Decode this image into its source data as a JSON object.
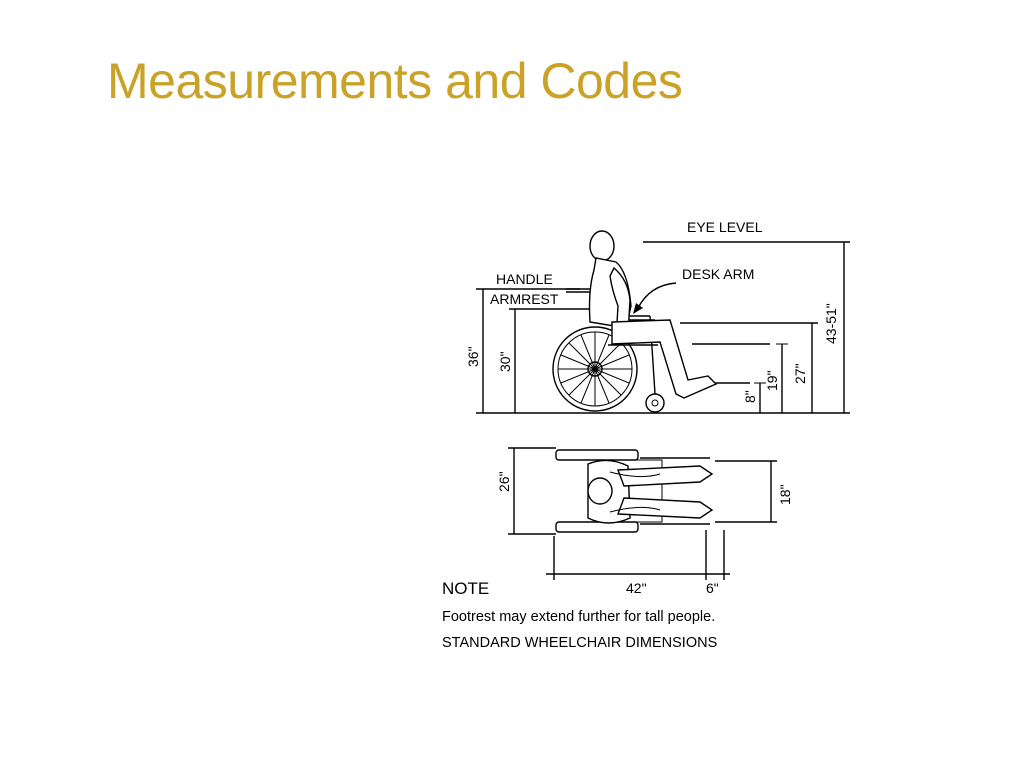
{
  "slide": {
    "title": "Measurements and Codes",
    "title_color": "#C9A227"
  },
  "diagram": {
    "labels": {
      "eye_level": "EYE LEVEL",
      "desk_arm": "DESK ARM",
      "handle": "HANDLE",
      "armrest": "ARMREST"
    },
    "side_view_dims": {
      "handle_height": "36\"",
      "armrest_height": "30\"",
      "footrest_height": "8\"",
      "seat_height": "19\"",
      "desk_arm_height": "27\"",
      "eye_level_range": "43-51\""
    },
    "top_view_dims": {
      "overall_width": "26\"",
      "seat_width": "18\"",
      "length": "42\"",
      "footrest_extension": "6\""
    },
    "note": {
      "title": "NOTE",
      "text": "Footrest may extend further for tall people.",
      "caption": "STANDARD WHEELCHAIR DIMENSIONS"
    }
  }
}
